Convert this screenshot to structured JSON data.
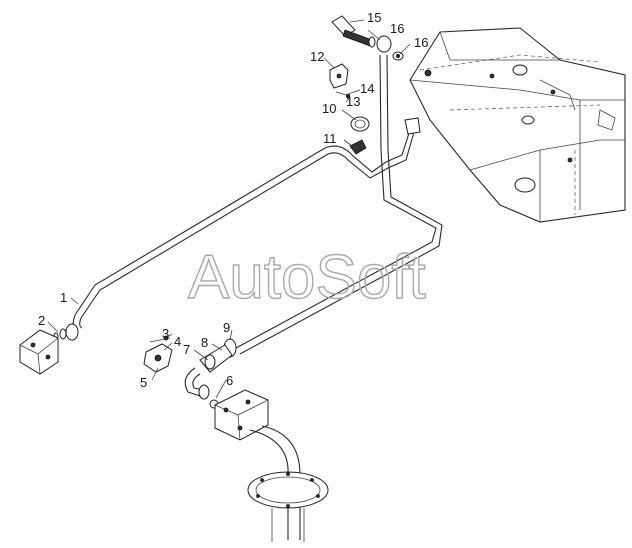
{
  "watermark": "AutoSoft",
  "callouts": [
    "1",
    "2",
    "3",
    "4",
    "5",
    "6",
    "7",
    "8",
    "9",
    "10",
    "11",
    "12",
    "13",
    "14",
    "15",
    "16",
    "16"
  ]
}
